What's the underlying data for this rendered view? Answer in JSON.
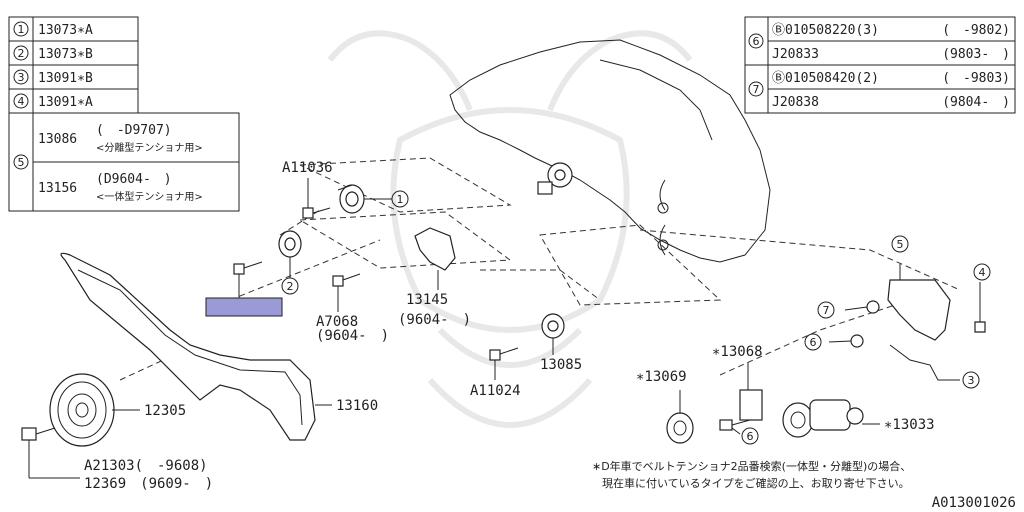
{
  "diagram_id": "A013001026",
  "left_table": [
    {
      "index": "1",
      "part": "13073∗A"
    },
    {
      "index": "2",
      "part": "13073∗B"
    },
    {
      "index": "3",
      "part": "13091∗B"
    },
    {
      "index": "4",
      "part": "13091∗A"
    }
  ],
  "left_table_5": {
    "index": "5",
    "rows": [
      {
        "part": "13086",
        "range": "(　-D9707)",
        "note": "<分離型テンショナ用>"
      },
      {
        "part": "13156",
        "range": "(D9604-　)",
        "note": "<一体型テンショナ用>"
      }
    ]
  },
  "right_table": [
    {
      "index": "6",
      "rows": [
        {
          "part": "Ⓑ010508220(3)",
          "range": "(　-9802)"
        },
        {
          "part": "J20833",
          "range": "(9803-　)"
        }
      ]
    },
    {
      "index": "7",
      "rows": [
        {
          "part": "Ⓑ010508420(2)",
          "range": "(　-9803)"
        },
        {
          "part": "J20838",
          "range": "(9804-　)"
        }
      ]
    }
  ],
  "callouts": {
    "c1": "1",
    "c2": "2",
    "c3": "3",
    "c4": "4",
    "c5": "5",
    "c6a": "6",
    "c6b": "6",
    "c7": "7"
  },
  "labels": {
    "a11036": "A11036",
    "a7068": "A7068",
    "a7068_range": "(9604-　)",
    "p13145": "13145",
    "p13145_range": "(9604-　)",
    "p13085": "13085",
    "a11024": "A11024",
    "p12305": "12305",
    "p13160": "13160",
    "a21303": "A21303(　-9608)",
    "p12369": "12369　(9609-　)",
    "p13068": "∗13068",
    "p13069": "∗13069",
    "p13033": "∗13033"
  },
  "footnote": {
    "line1": "∗D年車でベルトテンショナ2品番検索(一体型・分離型)の場合、",
    "line2": "現在車に付いているタイプをご確認の上、お取り寄せ下さい。"
  },
  "colors": {
    "highlight": "#9a9ad6",
    "line": "#222222"
  }
}
